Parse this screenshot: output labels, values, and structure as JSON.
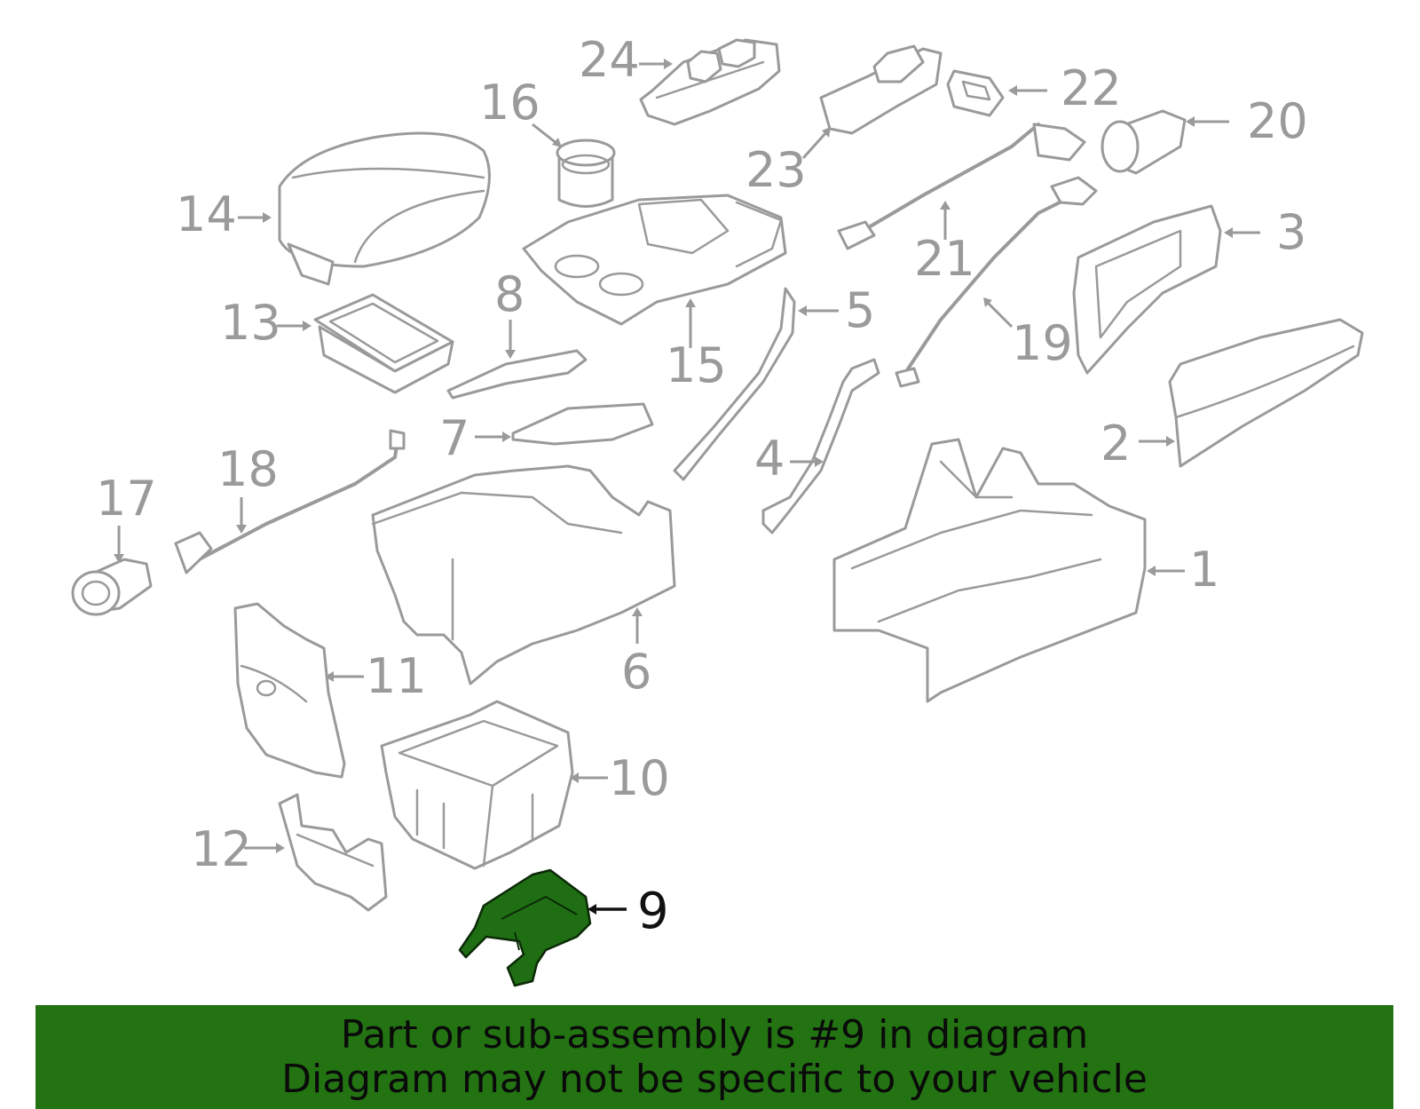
{
  "callouts": {
    "c1": "1",
    "c2": "2",
    "c3": "3",
    "c4": "4",
    "c5": "5",
    "c6": "6",
    "c7": "7",
    "c8": "8",
    "c9": "9",
    "c10": "10",
    "c11": "11",
    "c12": "12",
    "c13": "13",
    "c14": "14",
    "c15": "15",
    "c16": "16",
    "c17": "17",
    "c18": "18",
    "c19": "19",
    "c20": "20",
    "c21": "21",
    "c22": "22",
    "c23": "23",
    "c24": "24"
  },
  "highlighted_part": "9",
  "banner": {
    "line1": "Part or sub-assembly is #9 in diagram",
    "line2": "Diagram may not be specific to your vehicle"
  },
  "colors": {
    "banner_background": "#237313",
    "highlight_fill": "#1f6e14",
    "line_art": "#9a9a9a",
    "text_dark": "#0a0a0a"
  }
}
